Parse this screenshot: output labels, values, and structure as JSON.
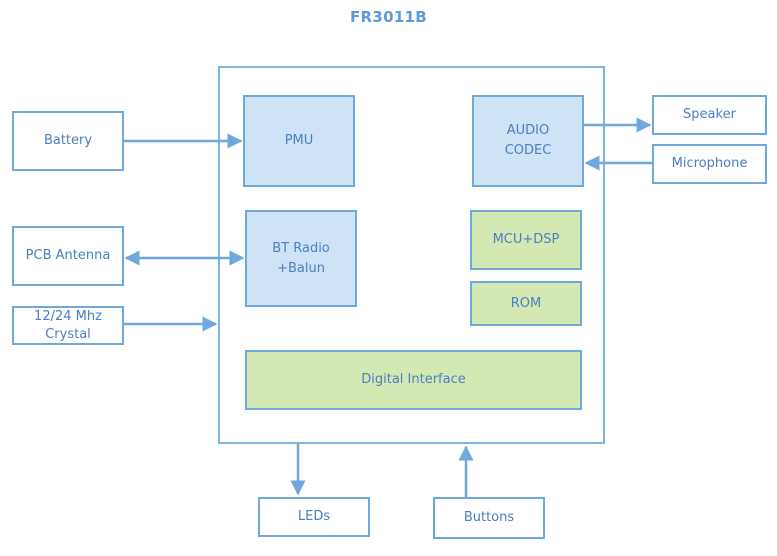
{
  "diagram": {
    "title": "FR3011B",
    "external": {
      "battery": "Battery",
      "pcb_antenna": "PCB Antenna",
      "crystal": "12/24 Mhz\nCrystal",
      "speaker": "Speaker",
      "microphone": "Microphone",
      "leds": "LEDs",
      "buttons": "Buttons"
    },
    "internal": {
      "pmu": "PMU",
      "bt_radio": "BT Radio\n+Balun",
      "audio_codec": "AUDIO\nCODEC",
      "mcu_dsp": "MCU+DSP",
      "rom": "ROM",
      "digital_interface": "Digital Interface"
    },
    "colors": {
      "accent": "#5b9bd5",
      "line": "#6fa8dc",
      "blue_fill": "#cfe3f6",
      "green_fill": "#d4e8b4"
    }
  }
}
